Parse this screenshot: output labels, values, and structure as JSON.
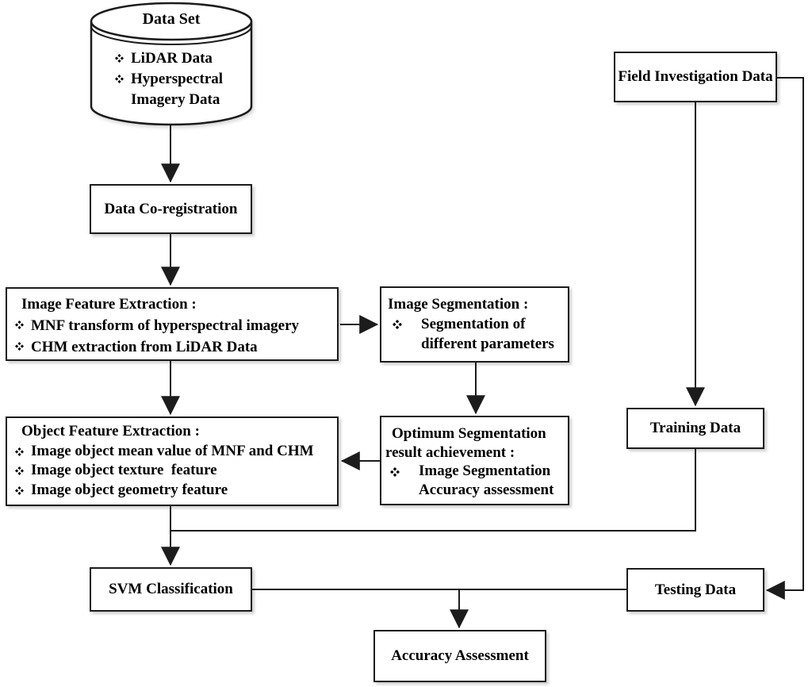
{
  "ui": {
    "bullet_glyph": "❖",
    "border_color": "#1c1c1c",
    "background_color": "#ffffff",
    "text_color": "#000000"
  },
  "nodes": {
    "data_set": {
      "title": "Data Set",
      "items": [
        "LiDAR Data",
        "Hyperspectral Imagery Data"
      ]
    },
    "field_investigation": {
      "label": "Field Investigation Data"
    },
    "data_coregistration": {
      "label": "Data Co-registration"
    },
    "image_feature_extraction": {
      "title": "Image Feature Extraction :",
      "items": [
        "MNF transform of hyperspectral imagery",
        "CHM extraction from LiDAR Data"
      ]
    },
    "image_segmentation": {
      "title": "Image Segmentation :",
      "items": [
        "Segmentation of different parameters"
      ]
    },
    "object_feature_extraction": {
      "title": "Object Feature Extraction :",
      "items": [
        "Image object mean value of MNF and CHM",
        "Image object texture  feature",
        "Image object geometry feature"
      ]
    },
    "optimum_segmentation": {
      "title": "Optimum Segmentation result achievement :",
      "items": [
        "Image Segmentation Accuracy assessment"
      ]
    },
    "training_data": {
      "label": "Training Data"
    },
    "svm_classification": {
      "label": "SVM Classification"
    },
    "testing_data": {
      "label": "Testing Data"
    },
    "accuracy_assessment": {
      "label": "Accuracy Assessment"
    }
  }
}
